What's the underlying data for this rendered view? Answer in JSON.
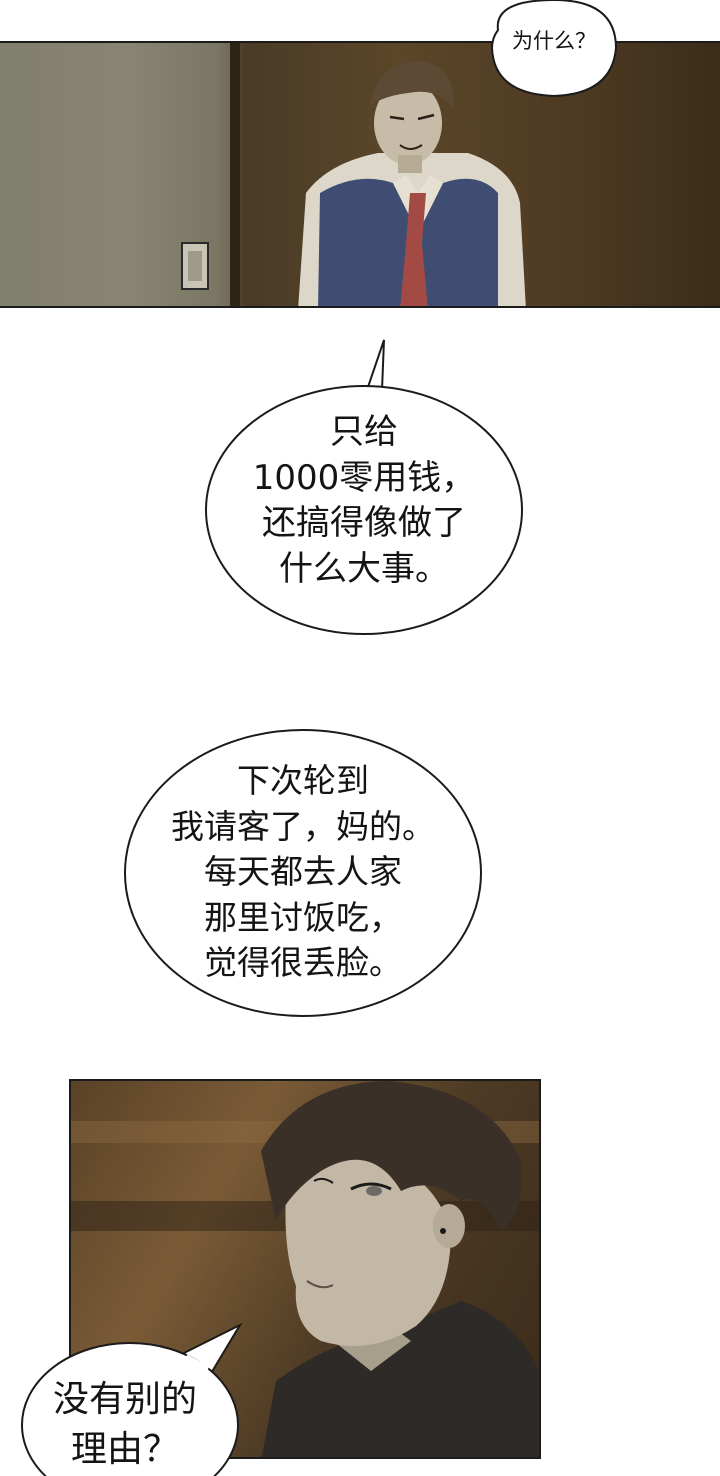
{
  "bubbles": {
    "b1": {
      "text": "为什么？"
    },
    "b2": {
      "text": "只给\n1000零用钱，\n还搞得像做了\n什么大事。"
    },
    "b3": {
      "text": "下次轮到\n我请客了，妈的。\n每天都去人家\n那里讨饭吃，\n觉得很丢脸。"
    },
    "b4": {
      "text": "没有别的\n理由？"
    }
  },
  "colors": {
    "panel1_wall": "#7d7a6a",
    "panel1_door": "#5b4629",
    "vest": "#3f4d72",
    "tie": "#a24a43",
    "panel2_bg": "#5a4227",
    "skin": "#c7bca7",
    "hair": "#3a3028"
  }
}
